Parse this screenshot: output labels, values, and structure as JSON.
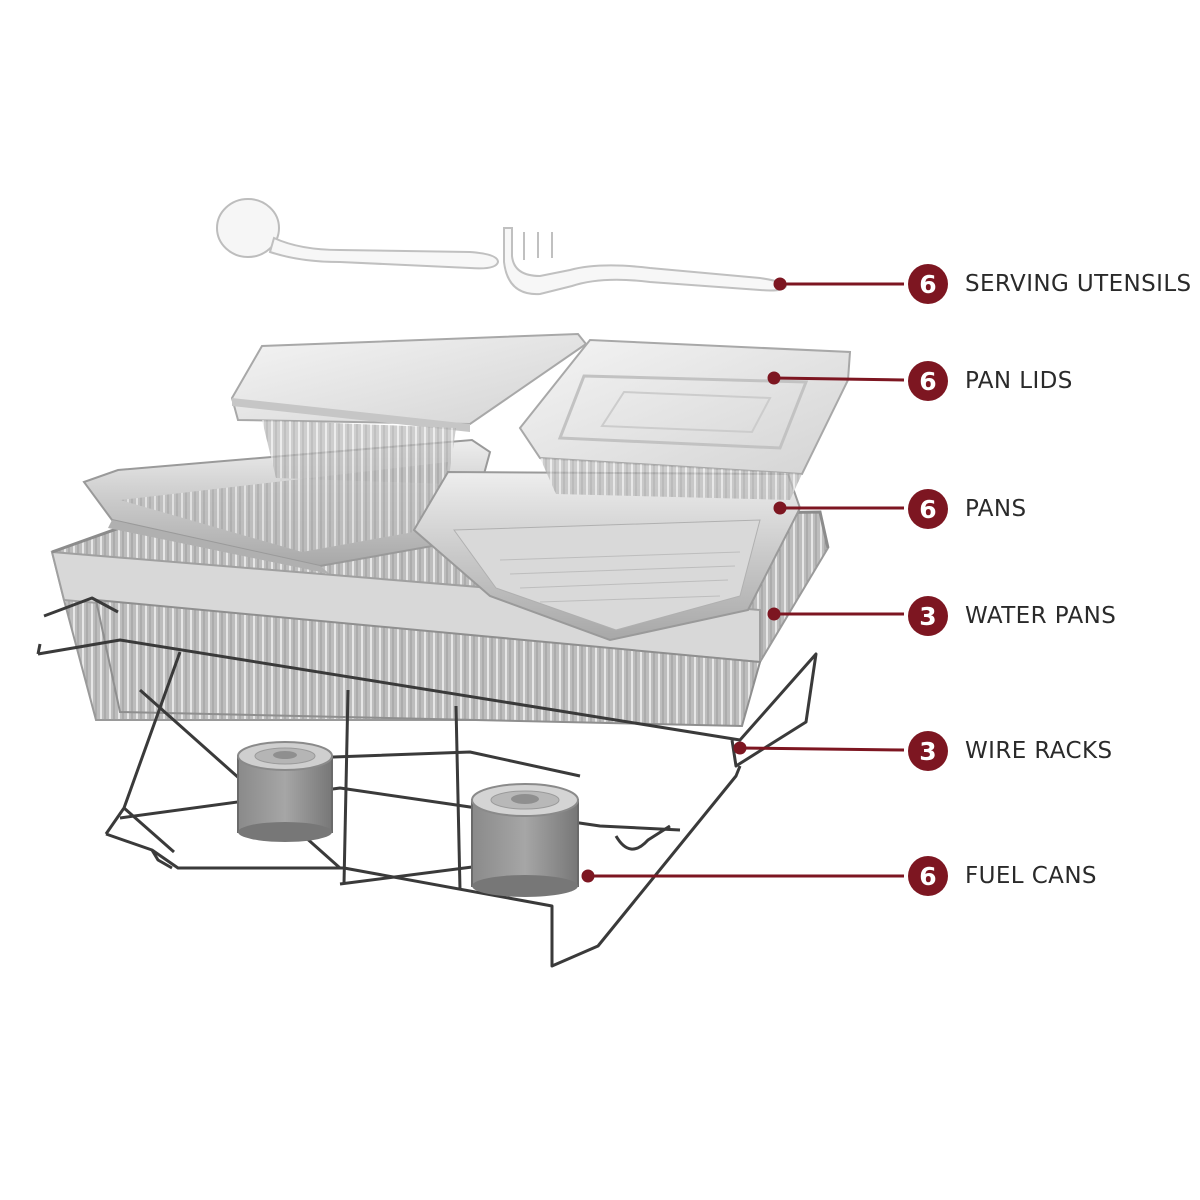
{
  "accent_color": "#7d1621",
  "components": [
    {
      "count": "6",
      "label": "SERVING UTENSILS",
      "icon": "serving-utensils"
    },
    {
      "count": "6",
      "label": "PAN LIDS",
      "icon": "pan-lid"
    },
    {
      "count": "6",
      "label": "PANS",
      "icon": "half-size-pan"
    },
    {
      "count": "3",
      "label": "WATER PANS",
      "icon": "full-size-water-pan"
    },
    {
      "count": "3",
      "label": "WIRE RACKS",
      "icon": "wire-rack"
    },
    {
      "count": "6",
      "label": "FUEL CANS",
      "icon": "fuel-can"
    }
  ]
}
